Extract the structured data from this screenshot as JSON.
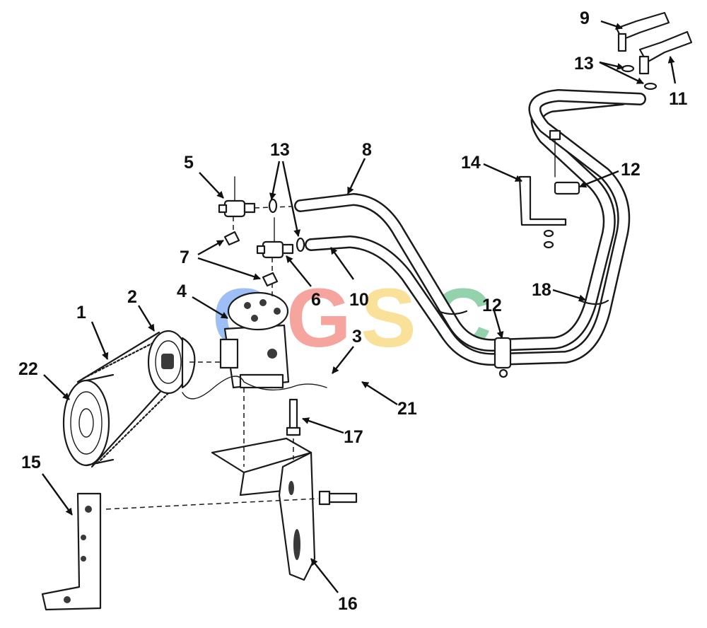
{
  "callouts": [
    {
      "id": "c1",
      "text": "1"
    },
    {
      "id": "c2",
      "text": "2"
    },
    {
      "id": "c3",
      "text": "3"
    },
    {
      "id": "c4",
      "text": "4"
    },
    {
      "id": "c5",
      "text": "5"
    },
    {
      "id": "c6",
      "text": "6"
    },
    {
      "id": "c7",
      "text": "7"
    },
    {
      "id": "c8",
      "text": "8"
    },
    {
      "id": "c9",
      "text": "9"
    },
    {
      "id": "c10",
      "text": "10"
    },
    {
      "id": "c11",
      "text": "11"
    },
    {
      "id": "c12a",
      "text": "12"
    },
    {
      "id": "c12b",
      "text": "12"
    },
    {
      "id": "c13a",
      "text": "13"
    },
    {
      "id": "c13b",
      "text": "13"
    },
    {
      "id": "c14",
      "text": "14"
    },
    {
      "id": "c15",
      "text": "15"
    },
    {
      "id": "c16",
      "text": "16"
    },
    {
      "id": "c17",
      "text": "17"
    },
    {
      "id": "c18",
      "text": "18"
    },
    {
      "id": "c21",
      "text": "21"
    },
    {
      "id": "c22",
      "text": "22"
    }
  ],
  "watermark": {
    "letters": [
      "C",
      "G",
      "S",
      "C"
    ],
    "colors": [
      "#4f8cf0",
      "#ee5a4f",
      "#f7c948",
      "#3aae6a"
    ]
  }
}
